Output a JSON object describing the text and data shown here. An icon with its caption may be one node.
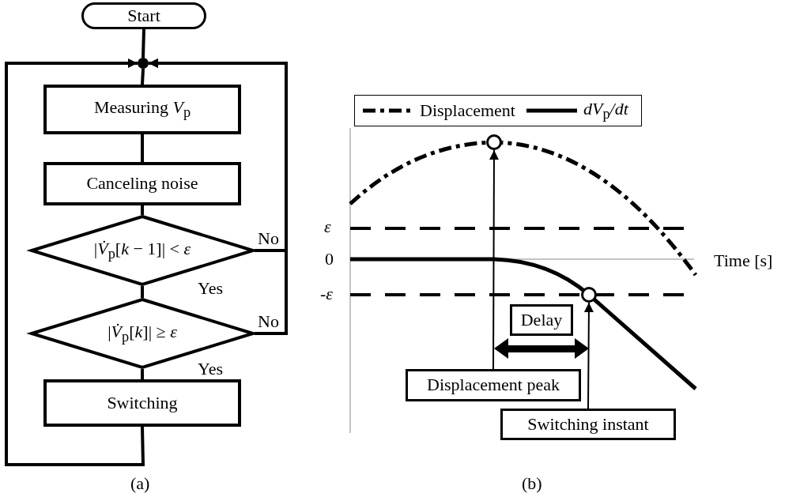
{
  "diagram": {
    "nodes": [
      {
        "text": [
          "Start"
        ]
      },
      {
        "text": [],
        "shape": "circle"
      },
      {
        "text": [
          "Measuring *V*$_{p}$"
        ]
      },
      {
        "text": [
          "Canceling noise"
        ]
      },
      {
        "text": [
          "|*V̇*$_{p}$[*k* − 1]| < *ε*"
        ]
      },
      {
        "text": [
          "|*V̇*$_{p}$[*k*]| ≥ *ε*"
        ]
      },
      {
        "text": [
          "Switching"
        ]
      },
      {
        "text": [
          "Delay"
        ]
      },
      {
        "text": [
          "Displacement peak"
        ]
      },
      {
        "text": [],
        "shape": "circle"
      },
      {
        "text": [
          "Switching instant"
        ]
      },
      {
        "text": [],
        "shape": "circle"
      }
    ],
    "edges": [
      {
        "from": 0,
        "to": 1,
        "arrow": "none"
      },
      {
        "from": 1,
        "to": 2,
        "arrow": "none"
      },
      {
        "from": 2,
        "to": 3,
        "arrow": "none"
      },
      {
        "from": 3,
        "to": 4,
        "arrow": "none"
      },
      {
        "from": 4,
        "to": 5,
        "label": "Yes",
        "arrow": "none"
      },
      {
        "from": 5,
        "to": 6,
        "label": "Yes",
        "arrow": "none"
      },
      {
        "from": 6,
        "to": 1,
        "arrow": "to"
      },
      {
        "from": 4,
        "to": 1,
        "label": "No",
        "arrow": "to"
      },
      {
        "from": 5,
        "to": 1,
        "label": "No",
        "arrow": "to"
      },
      {
        "from": 8,
        "to": 9,
        "arrow": "to"
      },
      {
        "from": 10,
        "to": 11,
        "arrow": "to"
      }
    ],
    "labels": [
      "ε",
      "0",
      "-*ε*",
      "Time [s]",
      "(a)",
      "(b)"
    ],
    "legend": [
      {
        "text": "Displacement"
      },
      {
        "text": "*dV*$_{p}$*/dt*"
      }
    ]
  }
}
